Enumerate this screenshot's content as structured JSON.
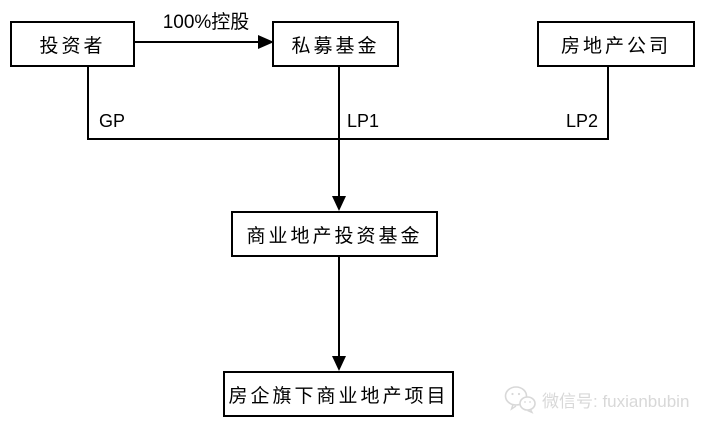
{
  "diagram": {
    "nodes": {
      "investor": "投资者",
      "private_fund": "私募基金",
      "real_estate_company": "房地产公司",
      "commercial_fund": "商业地产投资基金",
      "project": "房企旗下商业地产项目"
    },
    "edge_labels": {
      "holding": "100%控股",
      "gp": "GP",
      "lp1": "LP1",
      "lp2": "LP2"
    },
    "watermark": {
      "text": "微信号: fuxianbubin",
      "icon": "wechat-icon"
    },
    "colors": {
      "line": "#000000",
      "background": "#ffffff",
      "watermark": "#d8d8d8"
    }
  }
}
